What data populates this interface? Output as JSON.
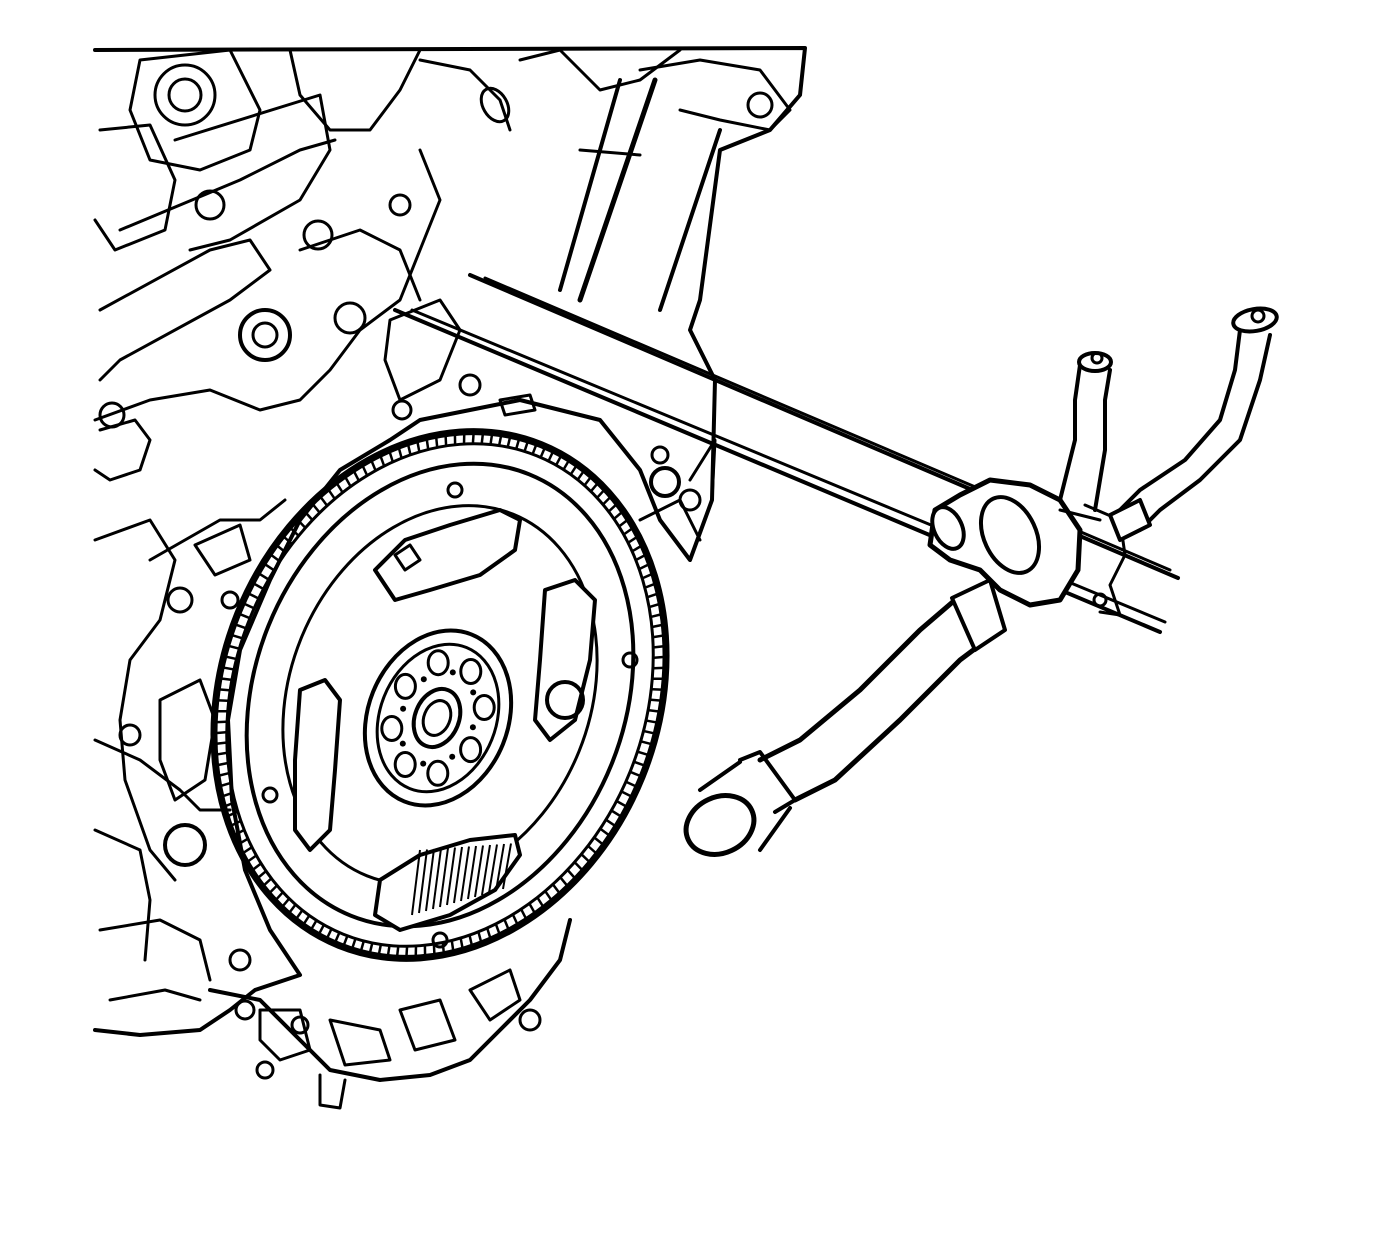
{
  "colors": {
    "background": "#ffffff",
    "ink": "#000000"
  },
  "diagram": {
    "style": "black line-art technical illustration",
    "components": [
      "engine-block",
      "flywheel",
      "ring-gear",
      "crankshaft-hub",
      "transmission-cooler-pipes",
      "pipe-bracket"
    ],
    "flywheel": {
      "ring_gear_teeth_visible": 150,
      "hub_bolt_holes": 8,
      "balance_cutouts": 4
    },
    "pipes": {
      "count": 3,
      "open_ends": 3
    }
  }
}
